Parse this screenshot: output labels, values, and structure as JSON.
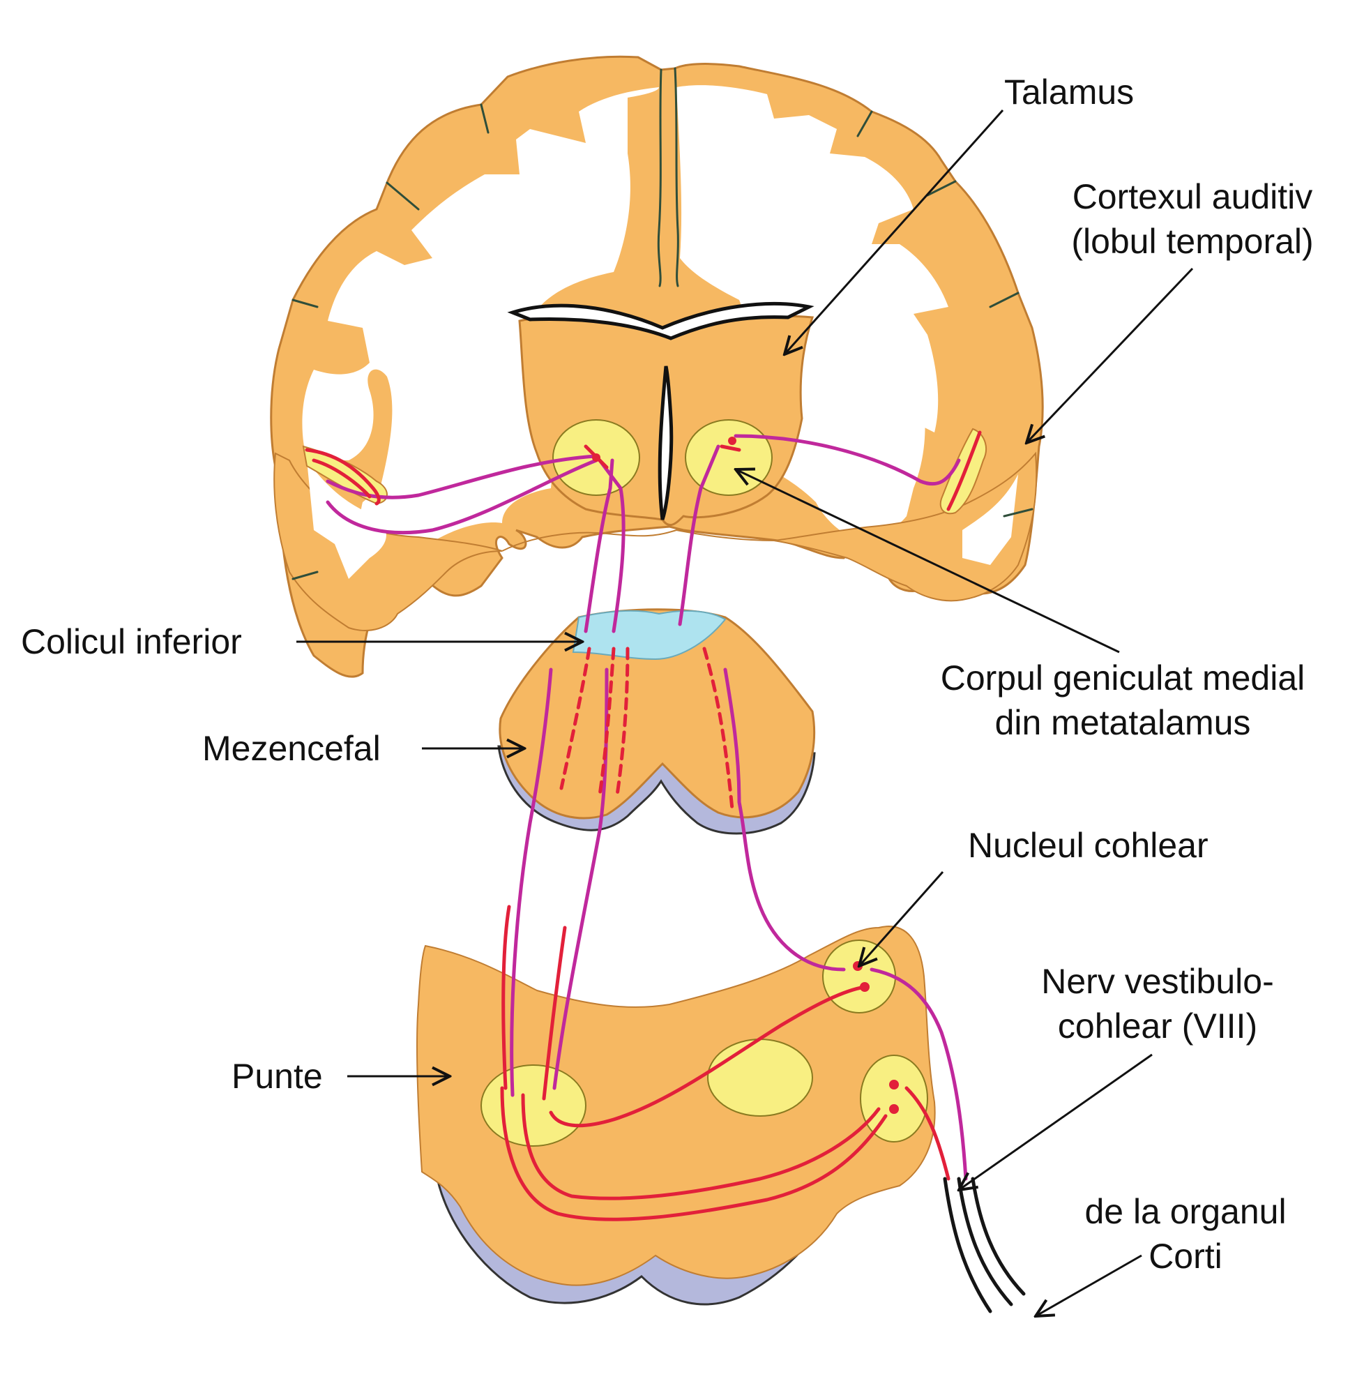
{
  "labels": {
    "talamus": "Talamus",
    "cortex_line1": "Cortexul auditiv",
    "cortex_line2": "(lobul temporal)",
    "colicul": "Colicul inferior",
    "corpul_line1": "Corpul geniculat medial",
    "corpul_line2": "din metatalamus",
    "mezencefal": "Mezencefal",
    "nucleul": "Nucleul cohlear",
    "nerv_line1": "Nerv vestibulo-",
    "nerv_line2": "cohlear (VIII)",
    "punte": "Punte",
    "organ_line1": "de la organul",
    "organ_line2": "Corti"
  },
  "colors": {
    "tissue": "#f6b862",
    "tissue_edge": "#c07d32",
    "nucleus": "#f8ef82",
    "collicle": "#aee3ef",
    "vessel": "#b4b8dc",
    "pathway_red": "#e2203a",
    "pathway_magenta": "#c0289c",
    "nerve": "#151515",
    "arrow": "#111111"
  }
}
